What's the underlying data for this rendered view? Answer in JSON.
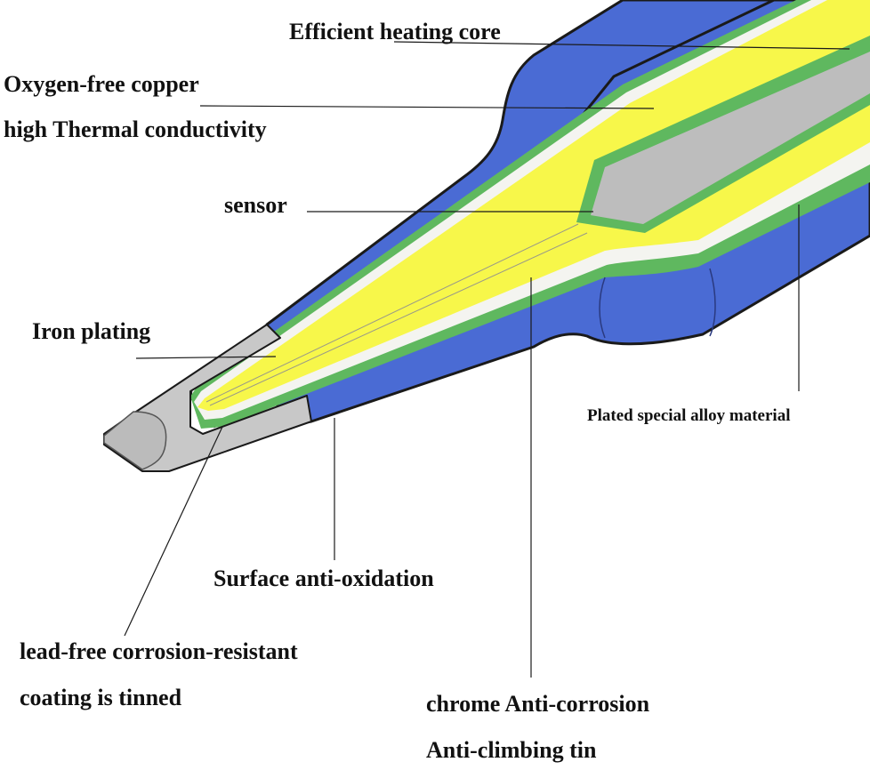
{
  "labels": {
    "heating_core": "Efficient heating core",
    "copper_line1": "Oxygen-free copper",
    "copper_line2": "high Thermal conductivity",
    "sensor": "sensor",
    "iron_plating": "Iron plating",
    "alloy": "Plated special  alloy material",
    "anti_oxidation": "Surface anti-oxidation",
    "tinned_line1": "lead-free corrosion-resistant",
    "tinned_line2": "coating is tinned",
    "chrome_line1": "chrome Anti-corrosion",
    "chrome_line2": "Anti-climbing tin"
  },
  "colors": {
    "shell_blue": "#4a6bd4",
    "copper_yellow": "#f7f74a",
    "coating_green": "#5fb85f",
    "core_gray": "#bdbdbd",
    "iron_gray": "#c8c8c8",
    "outline": "#1a1a1a",
    "white_layer": "#f4f4f0"
  }
}
